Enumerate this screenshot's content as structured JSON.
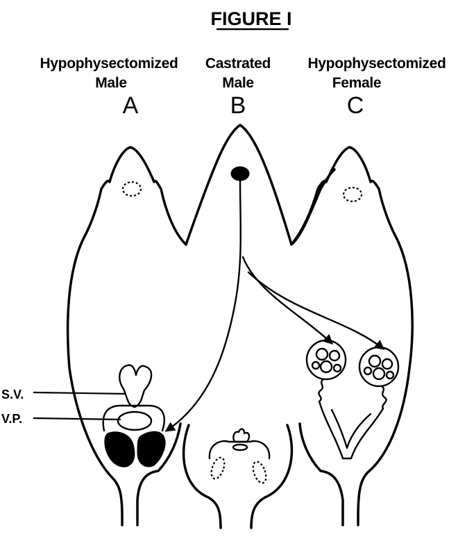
{
  "figure": {
    "title": "FIGURE I",
    "panels": [
      {
        "line1": "Hypophysectomized",
        "line2": "Male",
        "letter": "A"
      },
      {
        "line1": "Castrated",
        "line2": "Male",
        "letter": "B"
      },
      {
        "line1": "Hypophysectomized",
        "line2": "Female",
        "letter": "C"
      }
    ],
    "labels": {
      "sv": "S.V.",
      "vp": "V.P."
    }
  }
}
